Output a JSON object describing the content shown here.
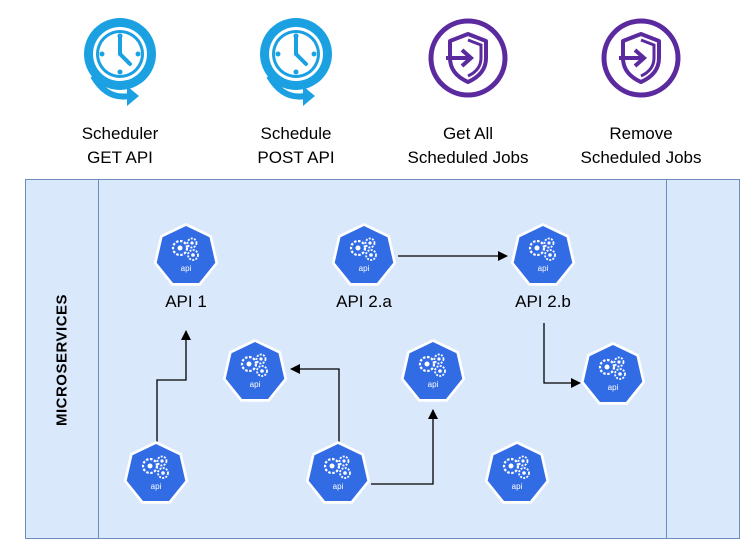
{
  "top_items": [
    {
      "line1": "Scheduler",
      "line2": "GET API",
      "icon": "clock-icon"
    },
    {
      "line1": "Schedule",
      "line2": "POST API",
      "icon": "clock-icon"
    },
    {
      "line1": "Get All",
      "line2": "Scheduled Jobs",
      "icon": "shield-enter-icon"
    },
    {
      "line1": "Remove",
      "line2": "Scheduled Jobs",
      "icon": "shield-enter-icon"
    }
  ],
  "section_label": "MICROSERVICES",
  "nodes": [
    {
      "id": "api1",
      "label": "API 1"
    },
    {
      "id": "api2a",
      "label": "API 2.a"
    },
    {
      "id": "api2b",
      "label": "API 2.b"
    },
    {
      "id": "n4",
      "label": ""
    },
    {
      "id": "n5",
      "label": ""
    },
    {
      "id": "n6",
      "label": ""
    },
    {
      "id": "n7",
      "label": ""
    },
    {
      "id": "n8",
      "label": ""
    },
    {
      "id": "n9",
      "label": ""
    }
  ],
  "node_badge_text": "api",
  "colors": {
    "clock": "#1ba1e2",
    "shield": "#5b2a9e",
    "panel_fill": "#dae8fc",
    "panel_stroke": "#6c8ebf",
    "k8s_blue": "#326ce5"
  }
}
